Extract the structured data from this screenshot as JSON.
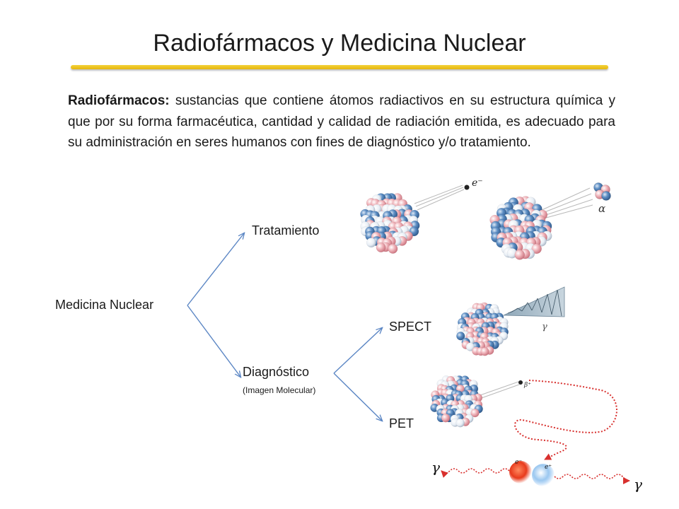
{
  "slide": {
    "title": "Radiofármacos y Medicina Nuclear",
    "definition": {
      "term": "Radiofármacos:",
      "text": " sustancias que contiene átomos radiactivos en su estructura química y que por su forma farmacéutica, cantidad y calidad de radiación emitida, es adecuado para su administración en seres humanos con fines de diagnóstico y/o tratamiento."
    }
  },
  "diagram": {
    "root": "Medicina Nuclear",
    "branch_treatment": "Tratamiento",
    "branch_diagnosis": "Diagnóstico",
    "branch_diagnosis_sub": "(Imagen Molecular)",
    "leaf_spect": "SPECT",
    "leaf_pet": "PET"
  },
  "illustrations": {
    "electron_label": "e⁻",
    "alpha_label": "α",
    "gamma_label": "γ",
    "beta_plus_label": "β⁺",
    "positron_label": "e⁺",
    "gamma_left": "γ",
    "gamma_right": "γ"
  },
  "colors": {
    "accent_bar": "#e8bb12",
    "arrow": "#5b86c4",
    "proton": "#e8a0a8",
    "neutron": "#4f7fb5",
    "wave": "#d8302e"
  }
}
